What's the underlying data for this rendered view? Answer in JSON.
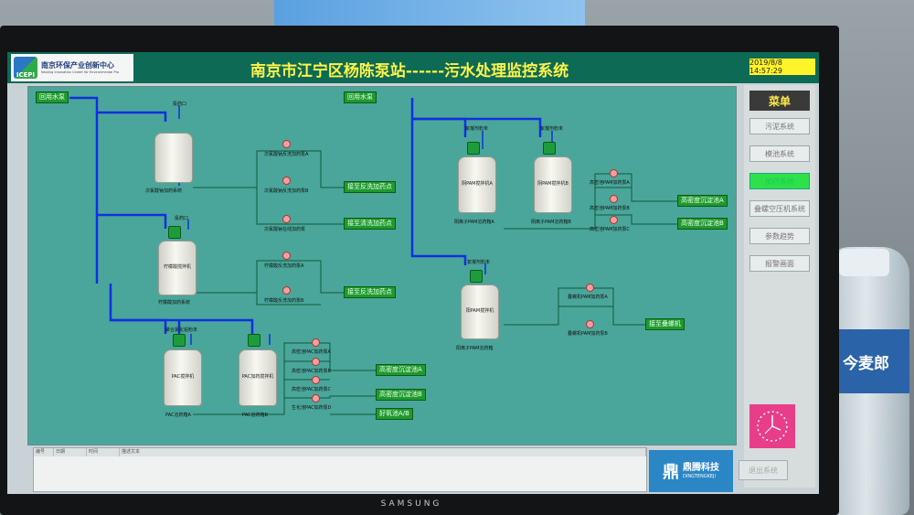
{
  "header": {
    "logo_abbr": "ICEPI",
    "logo_cn": "南京环保产业创新中心",
    "logo_en": "Nanjing Innovation Center for Environmental Pro",
    "title": "南京市江宁区杨陈泵站------污水处理监控系统",
    "datetime": "2019/8/8 14:57:29"
  },
  "menu": {
    "title": "菜单",
    "items": [
      {
        "label": "污泥系统",
        "active": false
      },
      {
        "label": "模池系统",
        "active": false
      },
      {
        "label": "加药系统",
        "active": true
      },
      {
        "label": "叠螺空压机系统",
        "active": false
      },
      {
        "label": "参数趋势",
        "active": false
      },
      {
        "label": "报警画面",
        "active": false
      }
    ],
    "exit": "退出系统"
  },
  "diagram": {
    "tag_reuse_left": "回用水泵",
    "tag_reuse_right": "回用水泵",
    "feed_port_1": "投药口",
    "feed_port_2": "投药口",
    "tank_hypo_label": "次氯酸钠加药系统",
    "pump_hypo_a": "次氯酸钠反洗加药泵A",
    "pump_hypo_b": "次氯酸钠反洗加药泵B",
    "pump_hypo_c": "次氯酸钠在线加药泵",
    "to_backwash_1": "接至反洗加药点",
    "to_online_1": "接至清洗加药点",
    "tank_citric_label": "柠檬酸搅拌机",
    "tank_citric_sys": "柠檬酸加药系统",
    "pump_citric_a": "柠檬酸反洗加药泵A",
    "pump_citric_b": "柠檬酸反洗加药泵B",
    "to_backwash_2": "接至反洗加药点",
    "pac_feed_label": "聚合氯化铝粉末",
    "tank_pac1_label": "PAC搅拌机",
    "tank_pac2_label": "PAC加药搅拌机",
    "pac_tank_a": "PAC溶药箱A",
    "pac_tank_b": "PAC溶药箱B",
    "pump_pac_1": "高密池PAC加药泵A",
    "pump_pac_2": "高密池PAC加药泵B",
    "pump_pac_3": "高密池PAC加药泵C",
    "pump_pac_4": "生化池PAC加药泵D",
    "to_hd_a": "高密度沉淀池A",
    "to_hd_b": "高密度沉淀池B",
    "to_aerobic": "好氧池A/B",
    "pam_feed_1": "絮凝剂粉末",
    "pam_feed_2": "絮凝剂粉末",
    "tank_pam_a": "阴PAM搅拌机A",
    "tank_pam_b": "阴PAM搅拌机B",
    "pam_tank_a": "阴离子PAM溶药箱A",
    "pam_tank_b": "阴离子PAM溶药箱B",
    "pump_pam_1": "高密池PAM加药泵A",
    "pump_pam_2": "高密池PAM加药泵B",
    "pump_pam_3": "高密池PAM加药泵C",
    "to_hd_a2": "高密度沉淀池A",
    "to_hd_b2": "高密度沉淀池B",
    "pam_feed_3": "絮凝剂粉末",
    "tank_cpam": "阳PAM搅拌机",
    "cpam_tank": "阳离子PAM溶药箱",
    "pump_stack_a": "叠螺机PAM加药泵A",
    "pump_stack_b": "叠螺机PAM加药泵B",
    "to_stacker": "接至叠螺机"
  },
  "log": {
    "columns": [
      "编号",
      "日期",
      "时间",
      "描述文本"
    ]
  },
  "company": {
    "mark": "鼎",
    "cn": "鼎腾科技",
    "en": "DINGTENGKEJI"
  },
  "background": {
    "brand": "SAMSUNG",
    "bottle_label": "今麦郎"
  },
  "colors": {
    "canvas": "#4aa69a",
    "title_bar": "#0d6a55",
    "title_text": "#fff34a",
    "pipe": "#1030e0",
    "tag_green": "#1f9a2e",
    "menu_active": "#2fe04a"
  }
}
